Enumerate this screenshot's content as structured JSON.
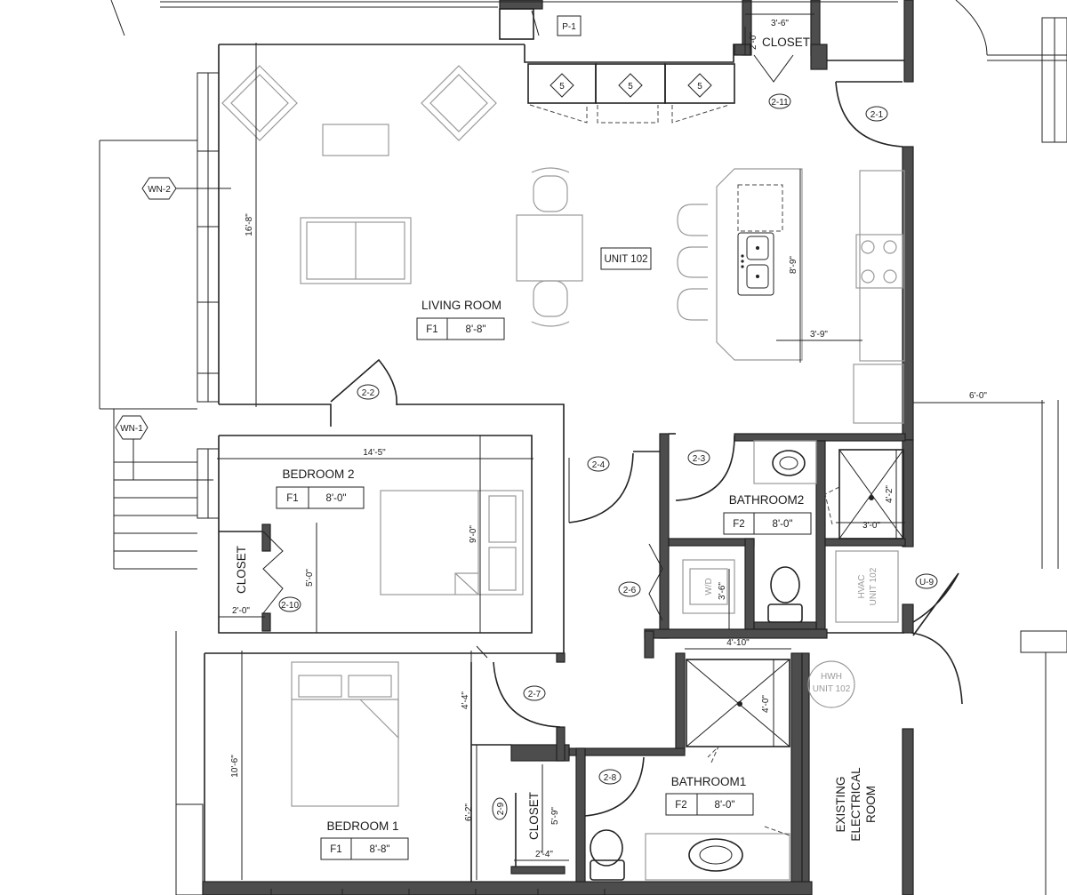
{
  "unit_label": "UNIT 102",
  "rooms": {
    "living_room": {
      "name": "LIVING ROOM",
      "floor": "F1",
      "height": "8'-8\""
    },
    "bedroom2": {
      "name": "BEDROOM 2",
      "floor": "F1",
      "height": "8'-0\""
    },
    "bedroom1": {
      "name": "BEDROOM 1",
      "floor": "F1",
      "height": "8'-8\""
    },
    "bathroom2": {
      "name": "BATHROOM2",
      "floor": "F2",
      "height": "8'-0\""
    },
    "bathroom1": {
      "name": "BATHROOM1",
      "floor": "F2",
      "height": "8'-0\""
    },
    "closet_top": "CLOSET",
    "closet_bed2": "CLOSET",
    "closet_bed1": "CLOSET",
    "electrical": [
      "EXISTING",
      "ELECTRICAL",
      "ROOM"
    ]
  },
  "door_tags": [
    "2-1",
    "2-2",
    "2-3",
    "2-4",
    "2-6",
    "2-7",
    "2-8",
    "2-9",
    "2-10",
    "2-11",
    "U-9"
  ],
  "window_tags": [
    "WN-2",
    "WN-1"
  ],
  "panel_tag": "P-1",
  "cabinet_tag": "5",
  "equipment": {
    "hvac": [
      "HVAC",
      "UNIT 102"
    ],
    "hwh": [
      "HWH",
      "UNIT 102"
    ],
    "wd": "W/D"
  },
  "dimensions": {
    "living_height": "16'-8\"",
    "island_length": "8'-9\"",
    "island_depth": "3'-9\"",
    "corridor_width": "6'-0\"",
    "bedroom2_width": "14'-5\"",
    "bedroom2_depth": "9'-0\"",
    "closet_bed2_depth": "5'-0\"",
    "closet_bed2_width": "2'-0\"",
    "closet_top_width": "3'-6\"",
    "closet_top_depth": "2'-0\"",
    "shower2_width": "3'-0\"",
    "shower2_depth": "4'-2\"",
    "wd_depth": "3'-6\"",
    "bedroom1_depth": "10'-6\"",
    "hall_depth": "4'-4\"",
    "closet_bed1_height": "6'-2\"",
    "closet_bed1_depth": "5'-9\"",
    "closet_bed1_width": "2'-4\"",
    "shower1_width": "4'-10\"",
    "shower1_depth": "4'-0\""
  }
}
